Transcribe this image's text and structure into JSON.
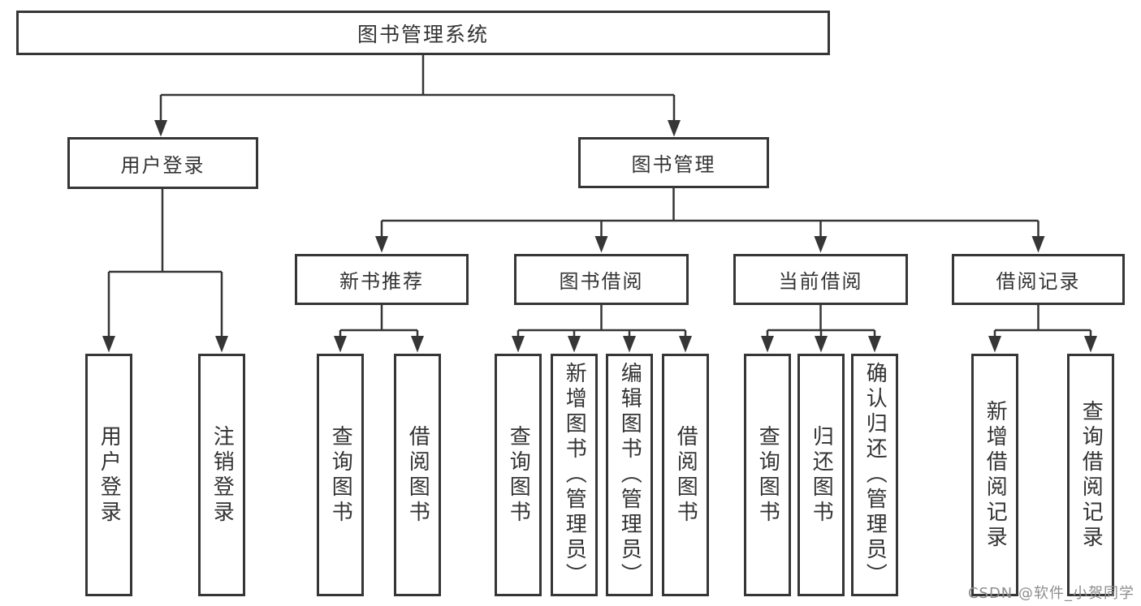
{
  "tree": {
    "root": "图书管理系统",
    "branches": [
      {
        "label": "用户登录",
        "leaves": [
          "用户登录",
          "注销登录"
        ]
      },
      {
        "label": "图书管理",
        "groups": [
          {
            "label": "新书推荐",
            "leaves": [
              "查询图书",
              "借阅图书"
            ]
          },
          {
            "label": "图书借阅",
            "leaves": [
              "查询图书",
              "新增图书（管理员）",
              "编辑图书（管理员）",
              "借阅图书"
            ]
          },
          {
            "label": "当前借阅",
            "leaves": [
              "查询图书",
              "归还图书",
              "确认归还（管理员）"
            ]
          },
          {
            "label": "借阅记录",
            "leaves": [
              "新增借阅记录",
              "查询借阅记录"
            ]
          }
        ]
      }
    ]
  },
  "watermark": "CSDN @软件_小贺同学",
  "colors": {
    "line": "#363636",
    "text": "#333333",
    "background": "#ffffff",
    "watermark": "#8d8d8d"
  }
}
